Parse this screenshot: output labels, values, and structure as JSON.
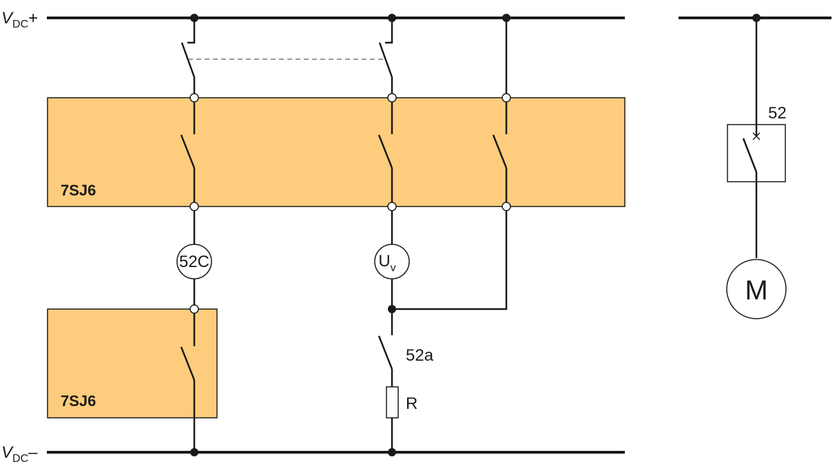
{
  "labels": {
    "vdc_plus_main": "V",
    "vdc_plus_sub": "DC",
    "vdc_plus_sign": "+",
    "vdc_minus_main": "V",
    "vdc_minus_sub": "DC",
    "vdc_minus_sign": "–",
    "relay_top": "7SJ6",
    "relay_bottom": "7SJ6",
    "coil_close": "52C",
    "coil_uv_main": "U",
    "coil_uv_sub": "v",
    "aux_contact": "52a",
    "resistor": "R",
    "breaker": "52",
    "motor": "M"
  },
  "colors": {
    "relay_fill": "#FDCD7D",
    "line": "#1a1a1a",
    "dashed_link": "#777777"
  }
}
